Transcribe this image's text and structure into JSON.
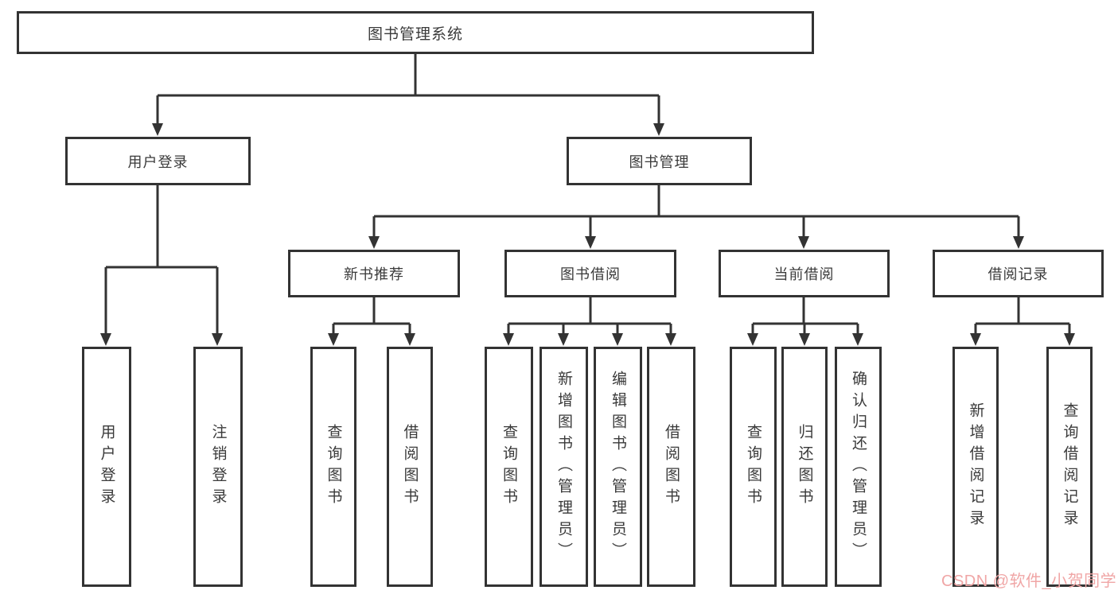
{
  "tree": {
    "label": "图书管理系统",
    "children": [
      {
        "label": "用户登录",
        "children": [
          {
            "label": "用户登录"
          },
          {
            "label": "注销登录"
          }
        ]
      },
      {
        "label": "图书管理",
        "children": [
          {
            "label": "新书推荐",
            "children": [
              {
                "label": "查询图书"
              },
              {
                "label": "借阅图书"
              }
            ]
          },
          {
            "label": "图书借阅",
            "children": [
              {
                "label": "查询图书"
              },
              {
                "label": "新增图书（管理员）"
              },
              {
                "label": "编辑图书（管理员）"
              },
              {
                "label": "借阅图书"
              }
            ]
          },
          {
            "label": "当前借阅",
            "children": [
              {
                "label": "查询图书"
              },
              {
                "label": "归还图书"
              },
              {
                "label": "确认归还（管理员）"
              }
            ]
          },
          {
            "label": "借阅记录",
            "children": [
              {
                "label": "新增借阅记录"
              },
              {
                "label": "查询借阅记录"
              }
            ]
          }
        ]
      }
    ]
  },
  "watermark": {
    "text": "CSDN @软件_小贺同学",
    "color": "#f0a6a6"
  },
  "colors": {
    "line": "#333333",
    "node_text": "#3a3a3a",
    "background": "#ffffff"
  }
}
